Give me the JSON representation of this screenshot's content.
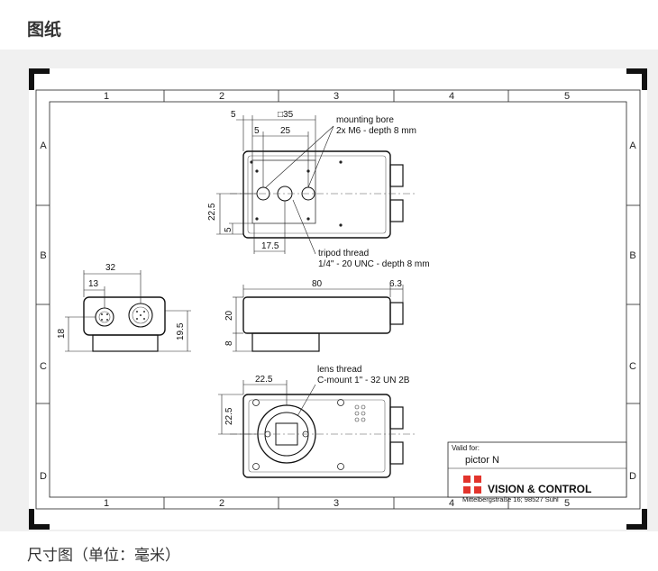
{
  "page": {
    "heading": "图纸",
    "caption": "尺寸图（单位：毫米）"
  },
  "frame": {
    "columns": [
      "1",
      "2",
      "3",
      "4",
      "5"
    ],
    "rows": [
      "A",
      "B",
      "C",
      "D"
    ]
  },
  "top_view": {
    "dims": {
      "offset_5": "5",
      "width_35": "□35",
      "inner_5": "5",
      "spacing_25": "25",
      "height_22_5": "22.5",
      "offset_5_v": "5",
      "offset_17_5": "17.5"
    },
    "note_mounting": [
      "mounting bore",
      "2x M6 - depth 8 mm"
    ],
    "note_tripod": [
      "tripod thread",
      "1/4\" - 20 UNC - depth 8 mm"
    ]
  },
  "side_view": {
    "dims": {
      "length_80": "80",
      "conn_6_3": "6.3",
      "height_20": "20",
      "base_8": "8"
    }
  },
  "front_view": {
    "dims": {
      "width_32": "32",
      "offset_13": "13",
      "height_18": "18",
      "height_19_5": "19.5"
    }
  },
  "lens_view": {
    "dims": {
      "offset_22_5_h": "22.5",
      "offset_22_5_v": "22.5"
    },
    "note_lens": [
      "lens thread",
      "C-mount 1\" - 32 UN 2B"
    ]
  },
  "title_block": {
    "valid_for_label": "Valid for:",
    "product": "pictor N",
    "company": "VISION & CONTROL",
    "address": "Mittelbergstraße 16; 98527 Suhl",
    "logo_color": "#e2342c"
  }
}
